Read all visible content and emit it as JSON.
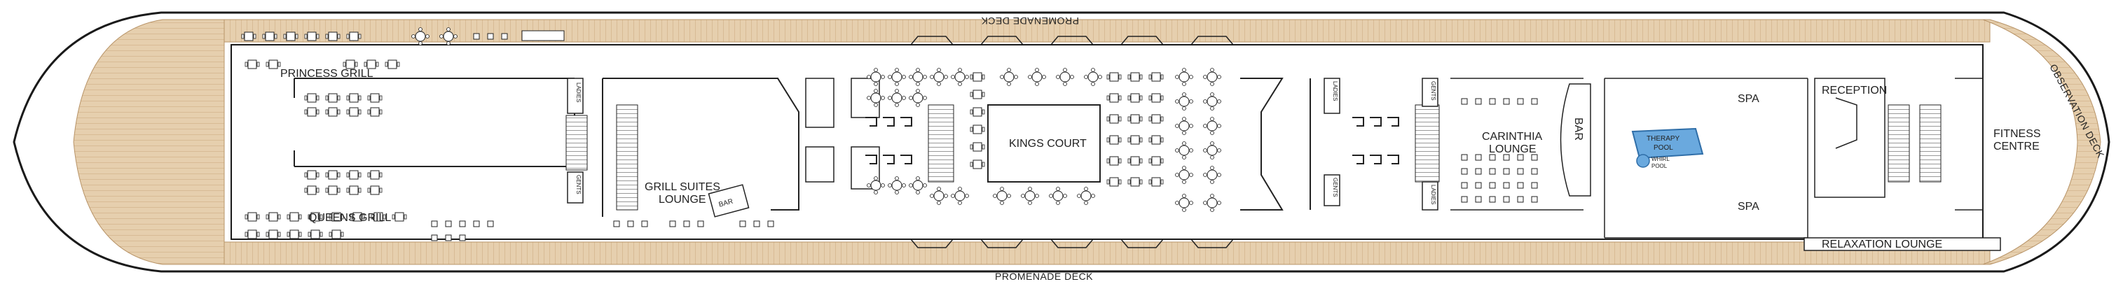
{
  "deck": {
    "promenade_top": "PROMENADE DECK",
    "promenade_bottom": "PROMENADE DECK",
    "observation": "OBSERVATION DECK"
  },
  "rooms": {
    "princess_grill": "PRINCESS GRILL",
    "queens_grill": "QUEENS GRILL",
    "grill_suites_lounge_1": "GRILL SUITES",
    "grill_suites_lounge_2": "LOUNGE",
    "bar_left": "BAR",
    "kings_court": "KINGS COURT",
    "carinthia_lounge_1": "CARINTHIA",
    "carinthia_lounge_2": "LOUNGE",
    "bar_right": "BAR",
    "spa_top": "SPA",
    "spa_bottom": "SPA",
    "reception": "RECEPTION",
    "therapy_pool_1": "THERAPY",
    "therapy_pool_2": "POOL",
    "whirl_pool_1": "WHIRL",
    "whirl_pool_2": "POOL",
    "fitness_centre_1": "FITNESS",
    "fitness_centre_2": "CENTRE",
    "relaxation_lounge": "RELAXATION LOUNGE"
  },
  "restrooms": {
    "ladies_1": "LADIES",
    "gents_1": "GENTS",
    "ladies_2": "LADIES",
    "gents_2": "GENTS",
    "gents_3": "GENTS",
    "ladies_3": "LADIES"
  },
  "colors": {
    "deck_wood": "#e6cfae",
    "deck_lines": "#c9a77c",
    "outline": "#1a1a1a",
    "pool": "#6aa9de",
    "pool_edge": "#2f6ea8"
  }
}
